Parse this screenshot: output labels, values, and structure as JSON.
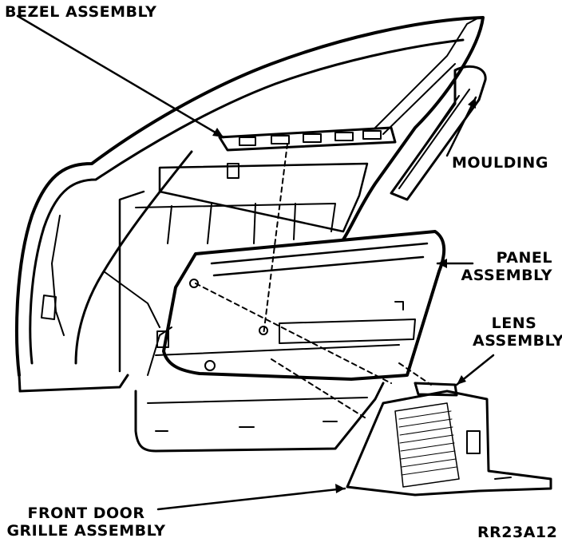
{
  "labels": {
    "bezel": "BEZEL ASSEMBLY",
    "moulding": "MOULDING",
    "panel_line1": "PANEL",
    "panel_line2": "ASSEMBLY",
    "lens_line1": "LENS",
    "lens_line2": "ASSEMBLY",
    "grille_line1": "FRONT DOOR",
    "grille_line2": "GRILLE ASSEMBLY",
    "figure_code": "RR23A12"
  }
}
